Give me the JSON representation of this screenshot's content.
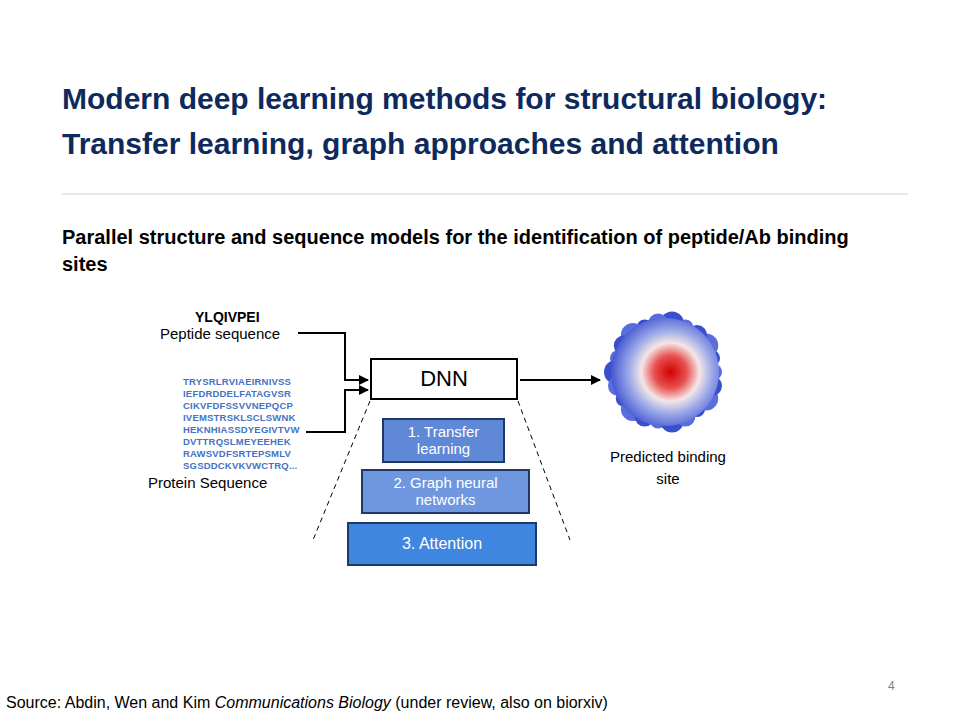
{
  "diagram": {
    "title": "Modern deep learning methods for structural biology: Transfer learning, graph approaches and attention",
    "nodes": [
      {
        "text": [
          "DNN"
        ]
      },
      {
        "text": [
          "1. Transfer learning"
        ]
      },
      {
        "text": [
          "2. Graph neural networks"
        ]
      },
      {
        "text": [
          "3. Attention"
        ]
      }
    ],
    "labels": [
      "Parallel structure and sequence models for the identification of peptide/Ab binding sites",
      "YLQIVPEI",
      "Peptide sequence",
      "TRYSRLRVIAEIRNIVSS",
      "IEFDRDDELFATAGVSR",
      "CIKVFDFSSVVNEPQCP",
      "IVEMSTRSKLSCLSWNK",
      "HEKNHIASSDYEGIVTVW",
      "DVTTRQSLMEYEEHEK",
      "RAWSVDFSRTEPSMLV",
      "SGSDDCKVKVWCTRQ...",
      "Protein Sequence",
      "Predicted binding site",
      "4",
      "Source: Abdin, Wen and Kim",
      "Communications Biology",
      "(under review, also on biorxiv)"
    ]
  }
}
